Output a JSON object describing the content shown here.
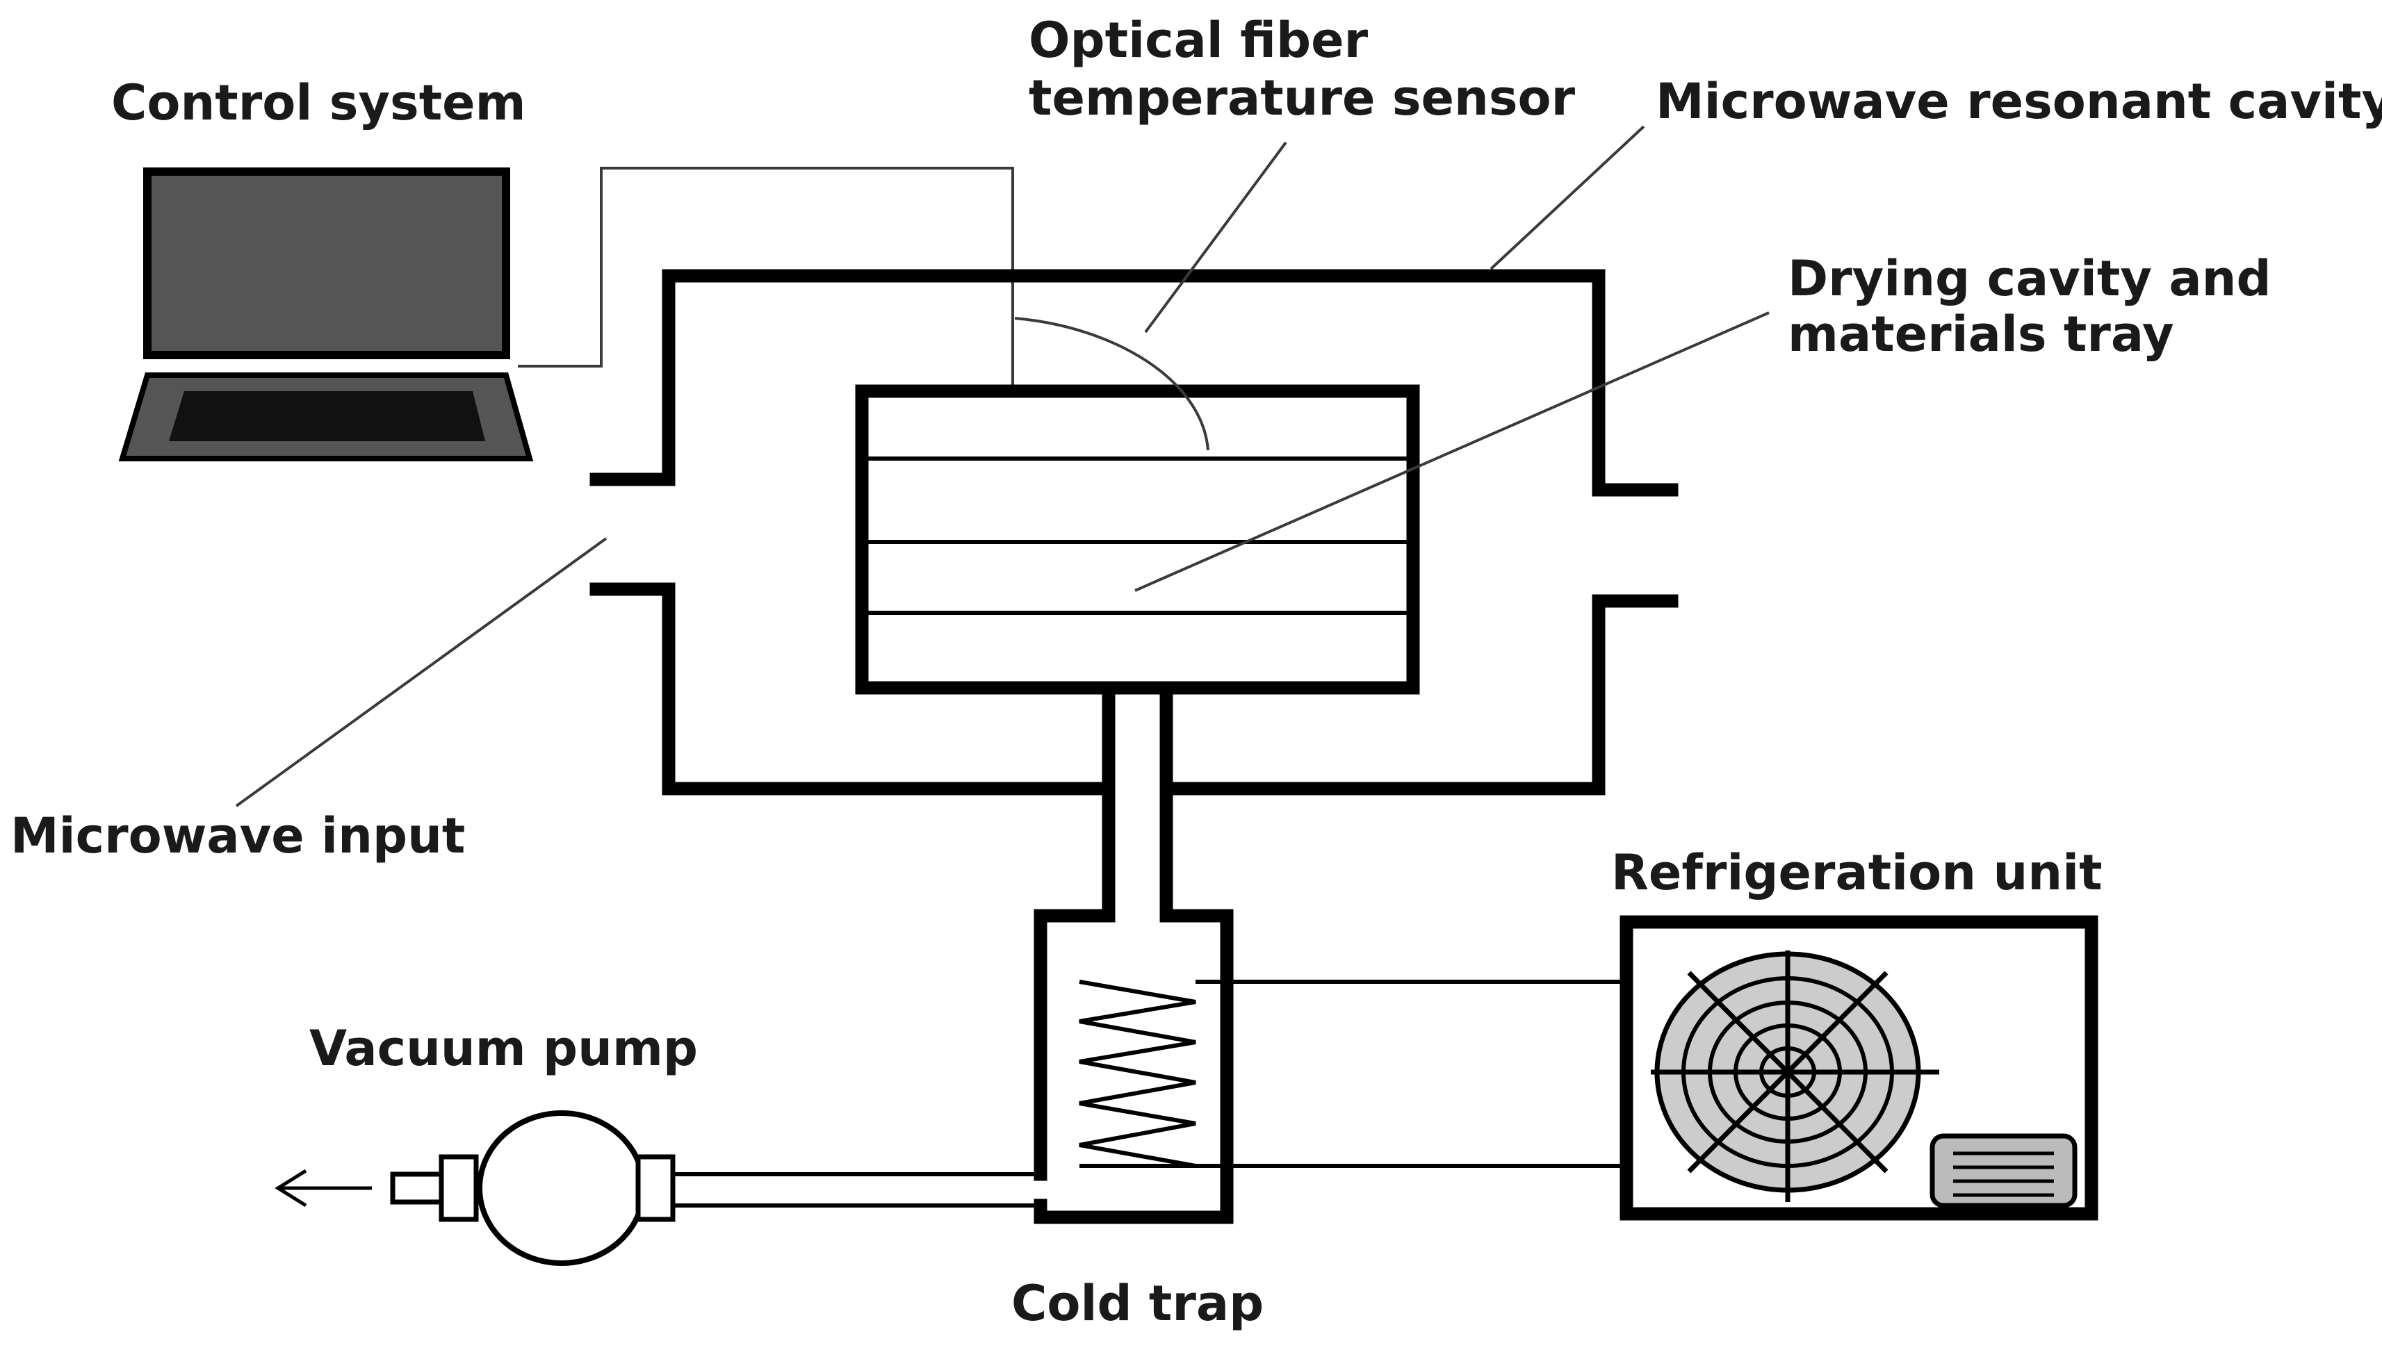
{
  "labels": {
    "control_system": "Control system",
    "optical_fiber_line1": "Optical fiber",
    "optical_fiber_line2": "temperature sensor",
    "microwave_cavity": "Microwave resonant cavity",
    "drying_cavity_line1": "Drying cavity and",
    "drying_cavity_line2": "materials tray",
    "microwave_input": "Microwave input",
    "refrigeration_unit": "Refrigeration unit",
    "vacuum_pump": "Vacuum pump",
    "cold_trap": "Cold trap"
  },
  "colors": {
    "laptop_screen": "#555555",
    "laptop_base": "#555555",
    "fan_fill": "#cccccc",
    "vent_fill": "#bbbbbb"
  },
  "icons": {
    "laptop": "laptop-icon",
    "fan": "fan-icon",
    "pump": "vacuum-pump-icon",
    "coil": "coil-icon",
    "arrow": "arrow-left-icon"
  }
}
